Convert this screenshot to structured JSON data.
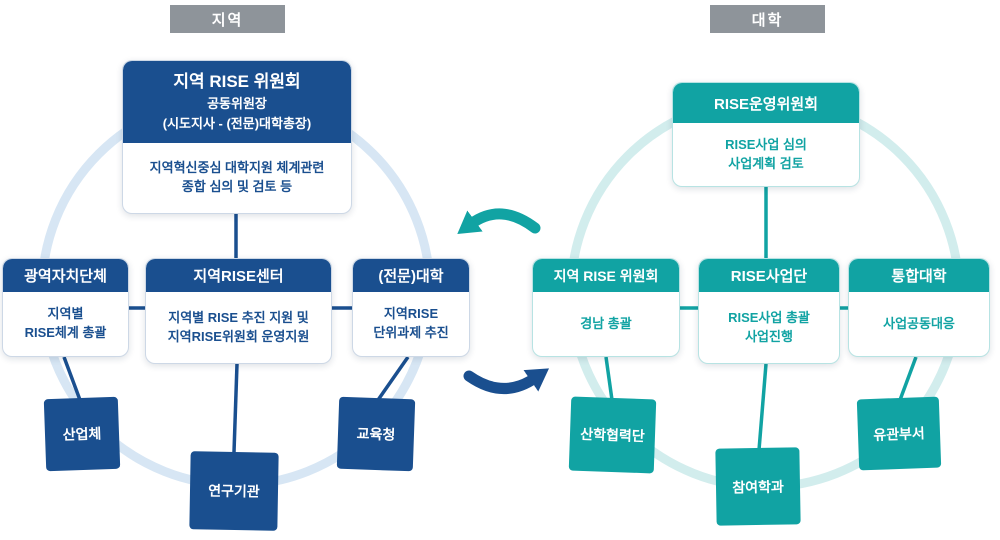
{
  "badges": {
    "left": "지역",
    "right": "대학"
  },
  "colors": {
    "region_blue": "#1a4f8f",
    "university_teal": "#11a3a3",
    "badge_gray": "#8e949a",
    "region_ring": "#d7e6f4",
    "university_ring": "#d2eded"
  },
  "left": {
    "top_card": {
      "title": "지역 RISE 위원회",
      "subtitle1": "공동위원장",
      "subtitle2": "(시도지사 - (전문)대학총장)",
      "body": "지역혁신중심 대학지원 체계관련\n종합 심의 및 검토 등"
    },
    "cards": [
      {
        "title": "광역자치단체",
        "body": "지역별\nRISE체계 총괄"
      },
      {
        "title": "지역RISE센터",
        "body": "지역별 RISE 추진 지원 및\n지역RISE위원회 운영지원"
      },
      {
        "title": "(전문)대학",
        "body": "지역RISE\n단위과제 추진"
      }
    ],
    "squares": [
      "산업체",
      "연구기관",
      "교육청"
    ]
  },
  "right": {
    "top_card": {
      "title": "RISE운영위원회",
      "body": "RISE사업 심의\n사업계획 검토"
    },
    "cards": [
      {
        "title": "지역 RISE 위원회",
        "body": "경남 총괄"
      },
      {
        "title": "RISE사업단",
        "body": "RISE사업 총괄\n사업진행"
      },
      {
        "title": "통합대학",
        "body": "사업공동대응"
      }
    ],
    "squares": [
      "산학협력단",
      "참여학과",
      "유관부서"
    ]
  }
}
